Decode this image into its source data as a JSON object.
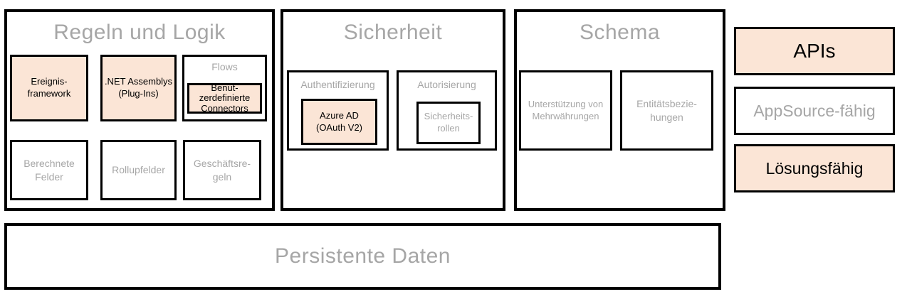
{
  "colors": {
    "accent_fill": "#fbe5d6",
    "muted_text": "#a6a6a6",
    "border": "#000000",
    "background": "#ffffff"
  },
  "panels": {
    "rules_logic": {
      "title": "Regeln und Logik",
      "boxes": {
        "event_framework": "Ereignis-\nframework",
        "net_assemblies": ".NET Assemblys\n(Plug-Ins)",
        "flows": "Flows",
        "custom_connectors": "Benut-\nzerdefinierte\nConnectors",
        "calculated_fields": "Berechnete\nFelder",
        "rollup_fields": "Rollupfelder",
        "business_rules": "Geschäftsre-\ngeln"
      }
    },
    "security": {
      "title": "Sicherheit",
      "boxes": {
        "authentication": "Authentifizierung",
        "azure_ad": "Azure AD\n(OAuth V2)",
        "authorization": "Autorisierung",
        "security_roles": "Sicherheits-\nrollen"
      }
    },
    "schema": {
      "title": "Schema",
      "boxes": {
        "multicurrency": "Unterstützung von\nMehrwährungen",
        "entity_relationships": "Entitätsbezie-\nhungen"
      }
    },
    "persistent_data": {
      "title": "Persistente Daten"
    }
  },
  "side_badges": {
    "apis": "APIs",
    "appsource": "AppSource-fähig",
    "solution": "Lösungsfähig"
  }
}
